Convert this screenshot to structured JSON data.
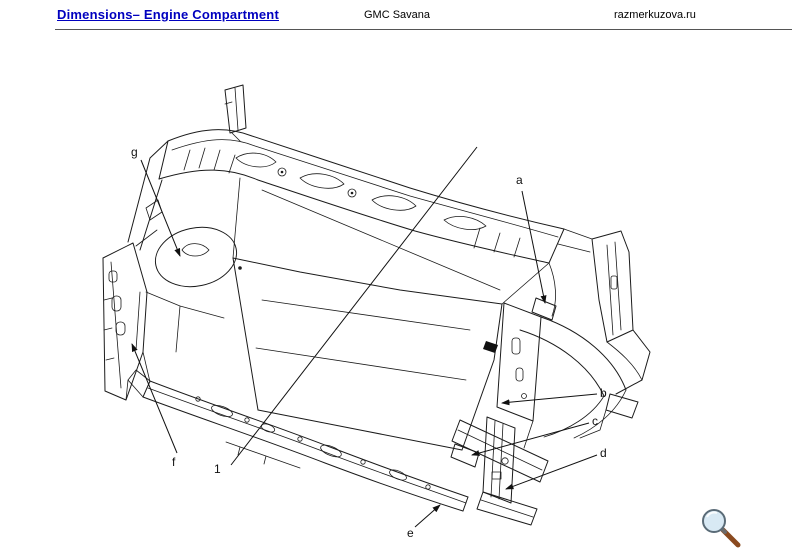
{
  "header": {
    "title": "Dimensions– Engine Compartment",
    "model": "GMC Savana",
    "site": "razmerkuzova.ru"
  },
  "diagram": {
    "callouts": [
      "g",
      "a",
      "b",
      "c",
      "d",
      "e",
      "f",
      "1"
    ]
  },
  "icons": {
    "magnifier": "magnifier-icon"
  },
  "colors": {
    "title_link": "#0000bf",
    "line_art": "#1b1b1b",
    "background": "#ffffff"
  }
}
